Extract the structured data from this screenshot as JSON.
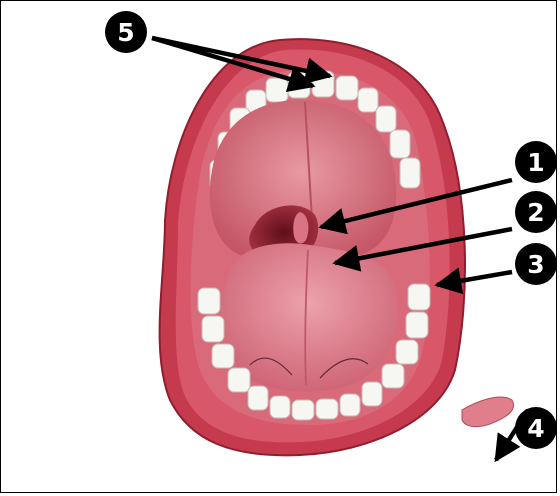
{
  "markers": [
    {
      "id": "1",
      "label": "1"
    },
    {
      "id": "2",
      "label": "2"
    },
    {
      "id": "3",
      "label": "3"
    },
    {
      "id": "4",
      "label": "4"
    },
    {
      "id": "5",
      "label": "5"
    }
  ],
  "colors": {
    "lip": "#c9364a",
    "lip_dark": "#a52238",
    "gum": "#d95a6e",
    "palate": "#d67884",
    "tongue": "#e0808e",
    "throat": "#8e1d2c",
    "tooth": "#f4f4f2",
    "marker_fill": "#000000",
    "arrow": "#000000"
  }
}
